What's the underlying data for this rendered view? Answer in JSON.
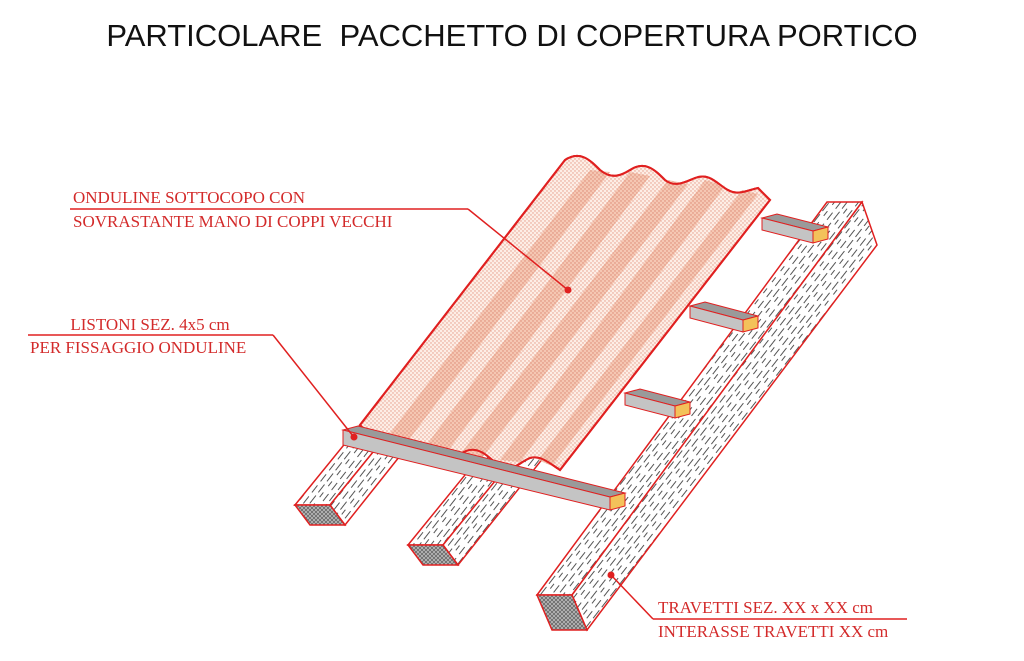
{
  "title": "PARTICOLARE  PACCHETTO DI COPERTURA PORTICO",
  "colors": {
    "outline": "#e02020",
    "label_text": "#d32a2a",
    "sheet_fill": "#fbe3d8",
    "sheet_band": "#f2b8a0",
    "batten_top": "#9a9a9a",
    "batten_side": "#c4c4c4",
    "batten_end": "#f3c25a",
    "wood_grain": "#555555",
    "title_text": "#111111"
  },
  "labels": {
    "onduline": {
      "line1": "ONDULINE SOTTOCOPO CON",
      "line2": "SOVRASTANTE MANO DI COPPI VECCHI"
    },
    "listoni": {
      "line1": "LISTONI SEZ. 4x5 cm",
      "line2": "PER FISSAGGIO ONDULINE"
    },
    "travetti": {
      "line1": "TRAVETTI SEZ. XX x XX cm",
      "line2": "INTERASSE TRAVETTI XX cm"
    }
  },
  "components": [
    {
      "id": "onduline-sheet",
      "name": "Onduline sottocopo"
    },
    {
      "id": "battens",
      "name": "Listoni 4x5 cm",
      "count": 4
    },
    {
      "id": "rafters",
      "name": "Travetti",
      "count": 3
    }
  ]
}
